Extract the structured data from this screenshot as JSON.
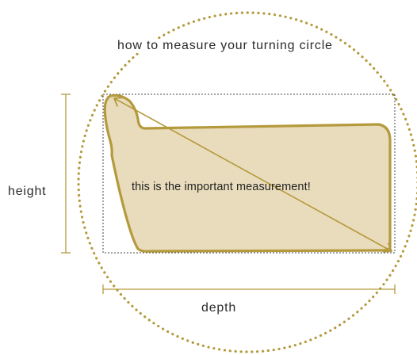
{
  "title": "how to measure your turning circle",
  "labels": {
    "height": "height",
    "depth": "depth",
    "important": "this is the important measurement!"
  },
  "colors": {
    "accent": "#b49a3c",
    "fill": "#e9dcbc",
    "dotted_box": "#444444",
    "text": "#2b2b2b"
  }
}
